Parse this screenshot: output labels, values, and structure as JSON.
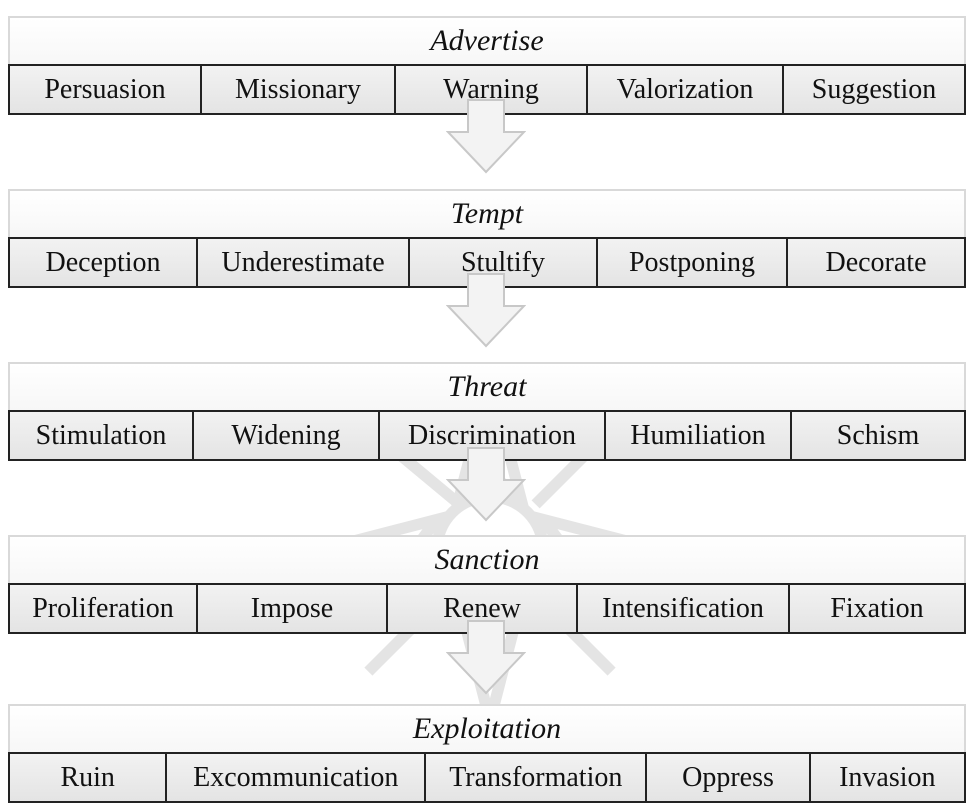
{
  "stages": [
    {
      "title": "Advertise",
      "items": [
        "Persuasion",
        "Missionary",
        "Warning",
        "Valorization",
        "Suggestion"
      ]
    },
    {
      "title": "Tempt",
      "items": [
        "Deception",
        "Underestimate",
        "Stultify",
        "Postponing",
        "Decorate"
      ]
    },
    {
      "title": "Threat",
      "items": [
        "Stimulation",
        "Widening",
        "Discrimination",
        "Humiliation",
        "Schism"
      ]
    },
    {
      "title": "Sanction",
      "items": [
        "Proliferation",
        "Impose",
        "Renew",
        "Intensification",
        "Fixation"
      ]
    },
    {
      "title": "Exploitation",
      "items": [
        "Ruin",
        "Excommunication",
        "Transformation",
        "Oppress",
        "Invasion"
      ]
    }
  ],
  "colors": {
    "cell_fill": "#e8e8e8",
    "border": "#222222",
    "arrow_fill": "#f3f3f3",
    "arrow_stroke": "#c8c8c8"
  }
}
